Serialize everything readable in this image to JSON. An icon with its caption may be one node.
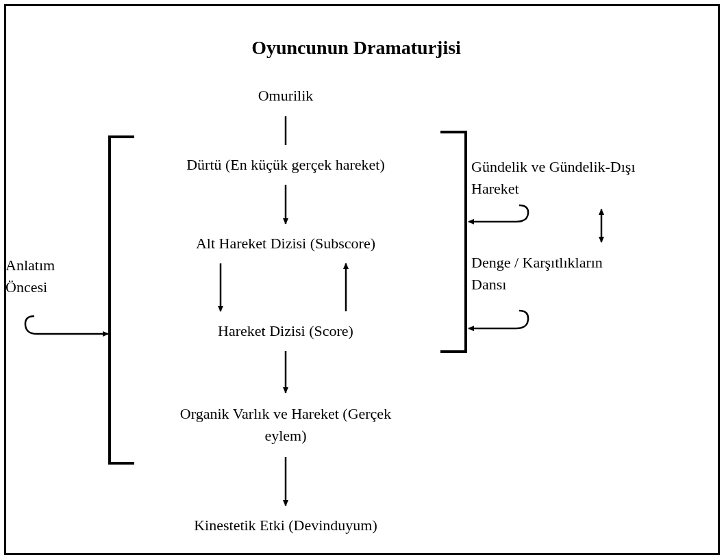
{
  "diagram": {
    "title": "Oyuncunun Dramaturjisi",
    "nodes": [
      {
        "text": [
          "Omurilik"
        ]
      },
      {
        "text": [
          "Dürtü (En küçük gerçek hareket)"
        ]
      },
      {
        "text": [
          "Alt Hareket Dizisi (Subscore)"
        ]
      },
      {
        "text": [
          "Hareket Dizisi (Score)"
        ]
      },
      {
        "text": [
          "Organik Varlık ve Hareket (Gerçek eylem)"
        ]
      },
      {
        "text": [
          "Kinestetik Etki (Devinduyum)"
        ]
      },
      {
        "text": [
          "Gündelik ve Gündelik-Dışı Hareket"
        ]
      },
      {
        "text": [
          "Denge / Karşıtlıkların Dansı"
        ]
      },
      {
        "text": [
          "Anlatım Öncesi"
        ]
      },
      {
        "text": [],
        "shape": "bracket"
      },
      {
        "text": [],
        "shape": "bracket"
      }
    ],
    "edges": [
      {
        "from": 0,
        "to": 1,
        "arrow": "none"
      },
      {
        "from": 1,
        "to": 2,
        "arrow": "to"
      },
      {
        "from": 2,
        "to": 3,
        "arrow": "to"
      },
      {
        "from": 3,
        "to": 2,
        "arrow": "to"
      },
      {
        "from": 3,
        "to": 4,
        "arrow": "to"
      },
      {
        "from": 4,
        "to": 5,
        "arrow": "to"
      },
      {
        "from": 6,
        "to": 10,
        "arrow": "to"
      },
      {
        "from": 6,
        "to": 7,
        "arrow": "both"
      },
      {
        "from": 7,
        "to": 10,
        "arrow": "to"
      },
      {
        "from": 8,
        "to": 9,
        "arrow": "to"
      }
    ]
  }
}
